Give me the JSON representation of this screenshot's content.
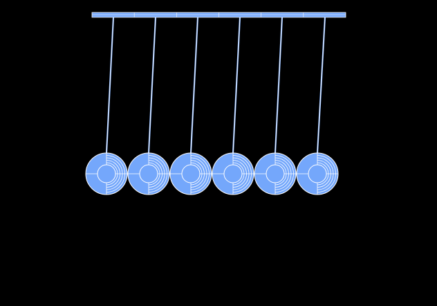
{
  "scene": {
    "title": "",
    "background_color": "#000000",
    "accent_color": "#74a7fb",
    "line_color": "#ffffff",
    "bar": {
      "segments": 6,
      "color": "#74a7fb"
    },
    "pendulum_count": 6,
    "balls": [
      {
        "index": 1,
        "icon": "ring-ball-icon"
      },
      {
        "index": 2,
        "icon": "ring-ball-icon"
      },
      {
        "index": 3,
        "icon": "ring-ball-icon"
      },
      {
        "index": 4,
        "icon": "ring-ball-icon"
      },
      {
        "index": 5,
        "icon": "ring-ball-icon"
      },
      {
        "index": 6,
        "icon": "ring-ball-icon"
      }
    ]
  }
}
